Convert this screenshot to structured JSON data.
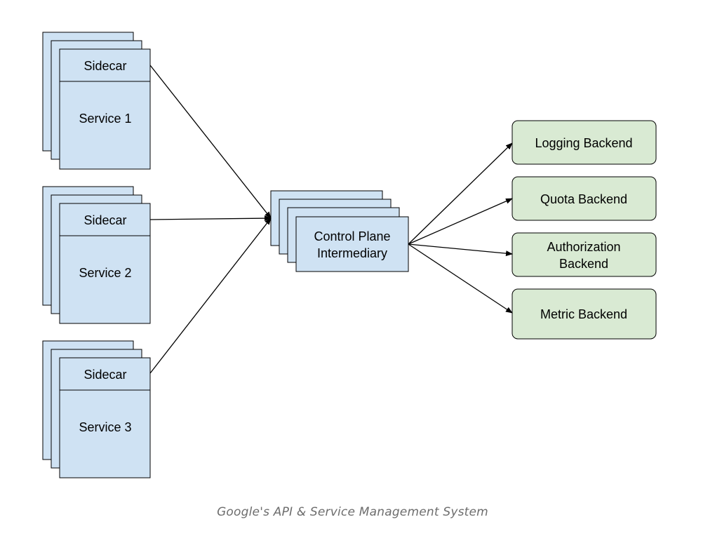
{
  "services": [
    {
      "sidecar": "Sidecar",
      "name": "Service 1"
    },
    {
      "sidecar": "Sidecar",
      "name": "Service 2"
    },
    {
      "sidecar": "Sidecar",
      "name": "Service 3"
    }
  ],
  "intermediary": {
    "line1": "Control Plane",
    "line2": "Intermediary"
  },
  "backends": [
    {
      "lines": [
        "Logging Backend"
      ]
    },
    {
      "lines": [
        "Quota Backend"
      ]
    },
    {
      "lines": [
        "Authorization",
        "Backend"
      ]
    },
    {
      "lines": [
        "Metric Backend"
      ]
    }
  ],
  "caption": "Google's API & Service Management System",
  "colors": {
    "service_fill": "#cfe2f3",
    "backend_fill": "#d9ead3",
    "stroke": "#000000"
  }
}
